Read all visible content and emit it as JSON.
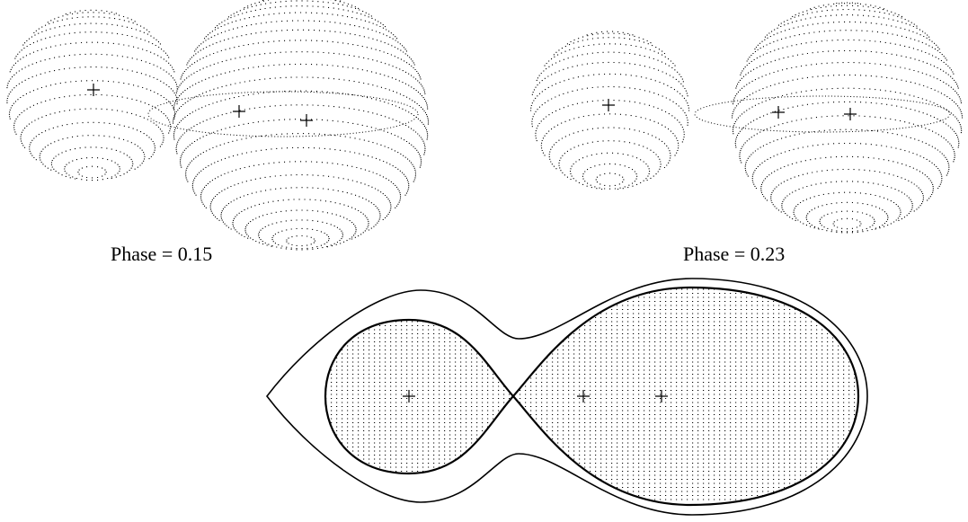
{
  "panels": [
    {
      "id": "phase-015",
      "caption": "Phase = 0.15"
    },
    {
      "id": "phase-023",
      "caption": "Phase = 0.23"
    },
    {
      "id": "roche-geometry",
      "caption": ""
    }
  ],
  "colors": {
    "dots": "#000000",
    "lines": "#000000",
    "background": "#ffffff"
  }
}
